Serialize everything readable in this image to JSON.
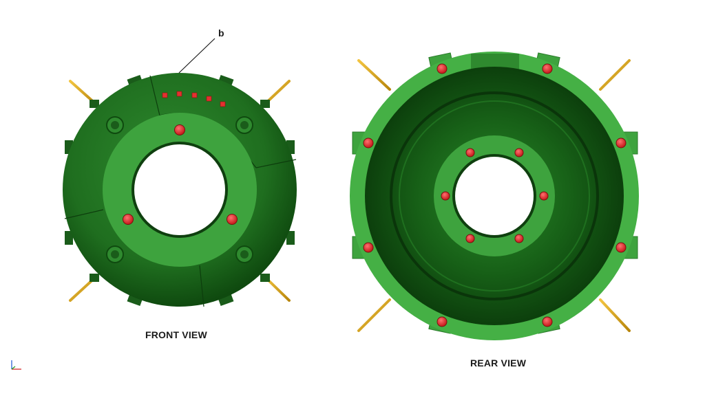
{
  "labels": {
    "front_view": "FRONT VIEW",
    "rear_view": "REAR VIEW",
    "callout_b": "b"
  },
  "colors": {
    "dark_green": "#1f6a1f",
    "mid_green": "#2f8a2f",
    "light_green": "#45b045",
    "red_plug": "#e53030",
    "gold_rod": "#d9a520"
  },
  "icons": {
    "axis_triad": "axis-triad-icon"
  }
}
